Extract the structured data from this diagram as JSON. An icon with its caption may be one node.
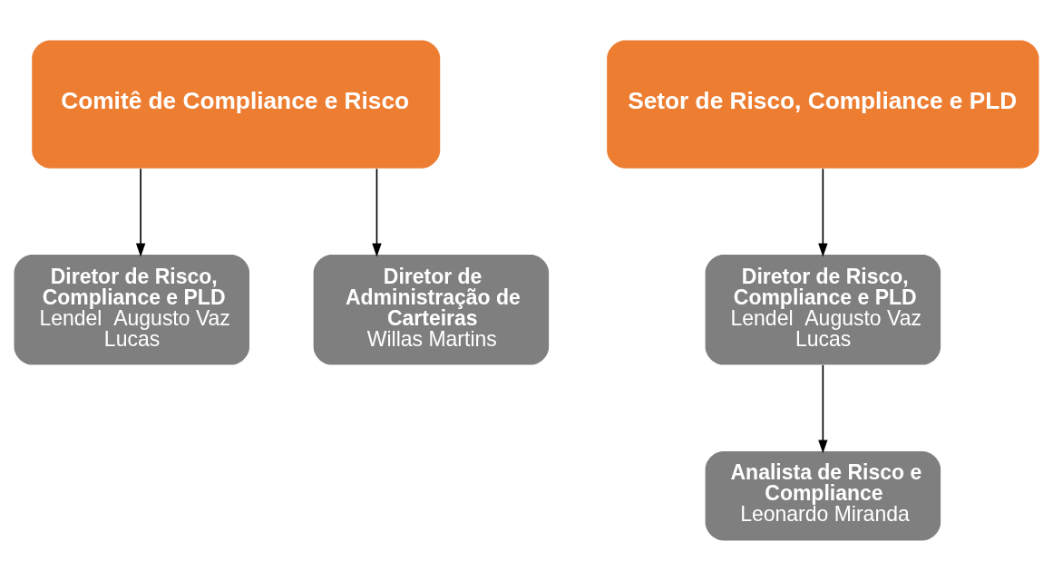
{
  "diagram": {
    "nodes": [
      {
        "text": [
          "Comitê de Compliance e Risco"
        ]
      },
      {
        "text": [
          "Diretor de Risco, Compliance e PLD",
          "Lendel  Augusto Vaz Lucas"
        ]
      },
      {
        "text": [
          "Diretor de Administração de Carteiras",
          "Willas Martins"
        ]
      },
      {
        "text": [
          "Setor de Risco, Compliance e PLD"
        ]
      },
      {
        "text": [
          "Diretor de Risco, Compliance e PLD",
          "Lendel  Augusto Vaz Lucas"
        ]
      },
      {
        "text": [
          "Analista de Risco e Compliance",
          "Leonardo Miranda"
        ]
      }
    ],
    "edges": [
      {
        "from": 0,
        "to": 1,
        "arrow": "to"
      },
      {
        "from": 0,
        "to": 2,
        "arrow": "to"
      },
      {
        "from": 3,
        "to": 4,
        "arrow": "to"
      },
      {
        "from": 4,
        "to": 5,
        "arrow": "to"
      }
    ]
  }
}
